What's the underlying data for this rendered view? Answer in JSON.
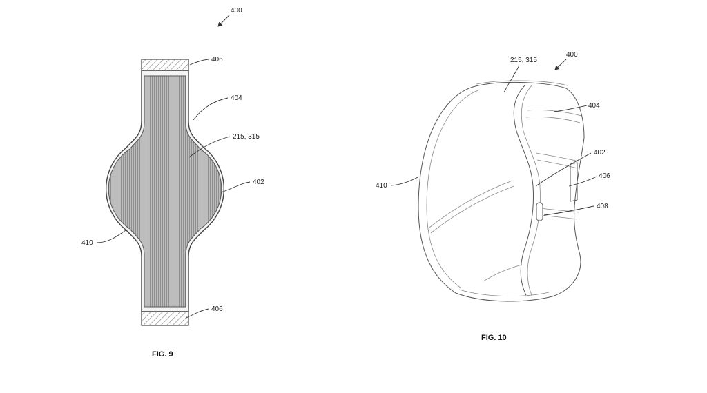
{
  "figure_9": {
    "caption": "FIG. 9",
    "ref_400": "400",
    "ref_406_top": "406",
    "ref_404": "404",
    "ref_215_315": "215, 315",
    "ref_402": "402",
    "ref_410": "410",
    "ref_406_bottom": "406"
  },
  "figure_10": {
    "caption": "FIG. 10",
    "ref_400": "400",
    "ref_215_315": "215, 315",
    "ref_404": "404",
    "ref_402": "402",
    "ref_406": "406",
    "ref_410": "410",
    "ref_408": "408"
  }
}
